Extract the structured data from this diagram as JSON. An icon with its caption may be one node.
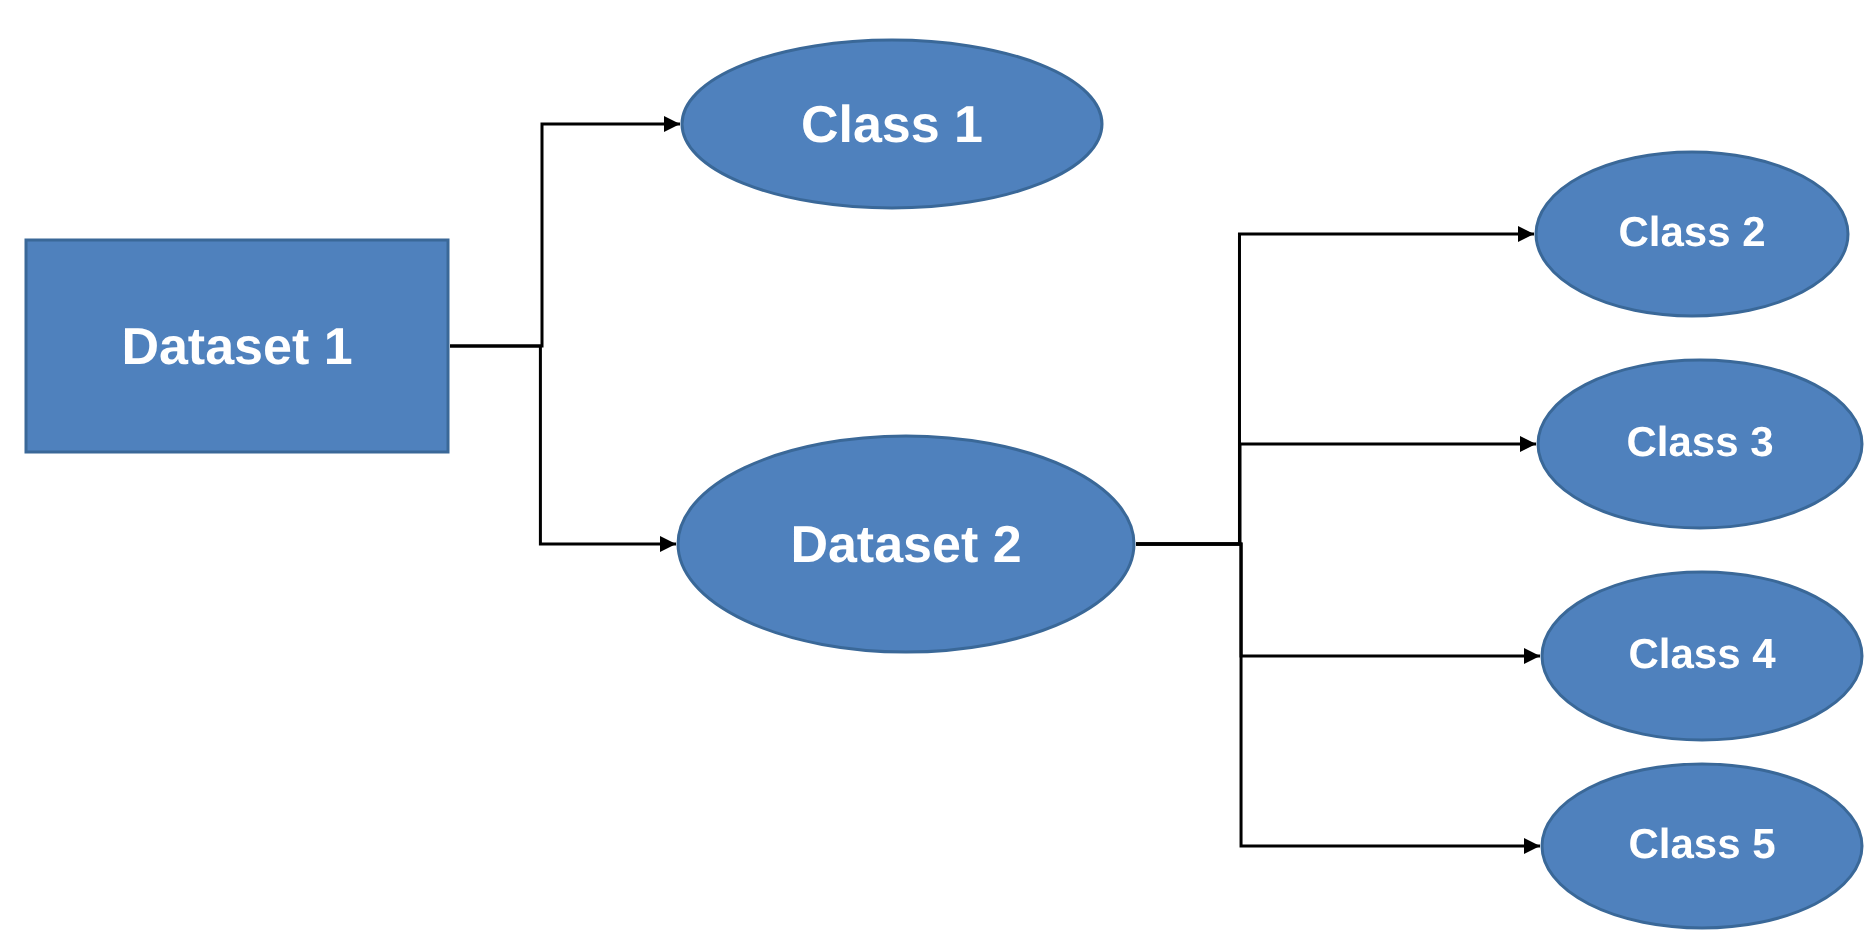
{
  "diagram": {
    "nodes": [
      {
        "text": [
          "Dataset 1"
        ]
      },
      {
        "text": [
          "Class 1"
        ]
      },
      {
        "text": [
          "Dataset 2"
        ]
      },
      {
        "text": [
          "Class 2"
        ]
      },
      {
        "text": [
          "Class 3"
        ]
      },
      {
        "text": [
          "Class 4"
        ]
      },
      {
        "text": [
          "Class 5"
        ]
      }
    ],
    "edges": [
      {
        "from": 0,
        "to": 1,
        "arrow": "to"
      },
      {
        "from": 0,
        "to": 2,
        "arrow": "to"
      },
      {
        "from": 2,
        "to": 3,
        "arrow": "to"
      },
      {
        "from": 2,
        "to": 4,
        "arrow": "to"
      },
      {
        "from": 2,
        "to": 5,
        "arrow": "to"
      },
      {
        "from": 2,
        "to": 6,
        "arrow": "to"
      }
    ]
  }
}
